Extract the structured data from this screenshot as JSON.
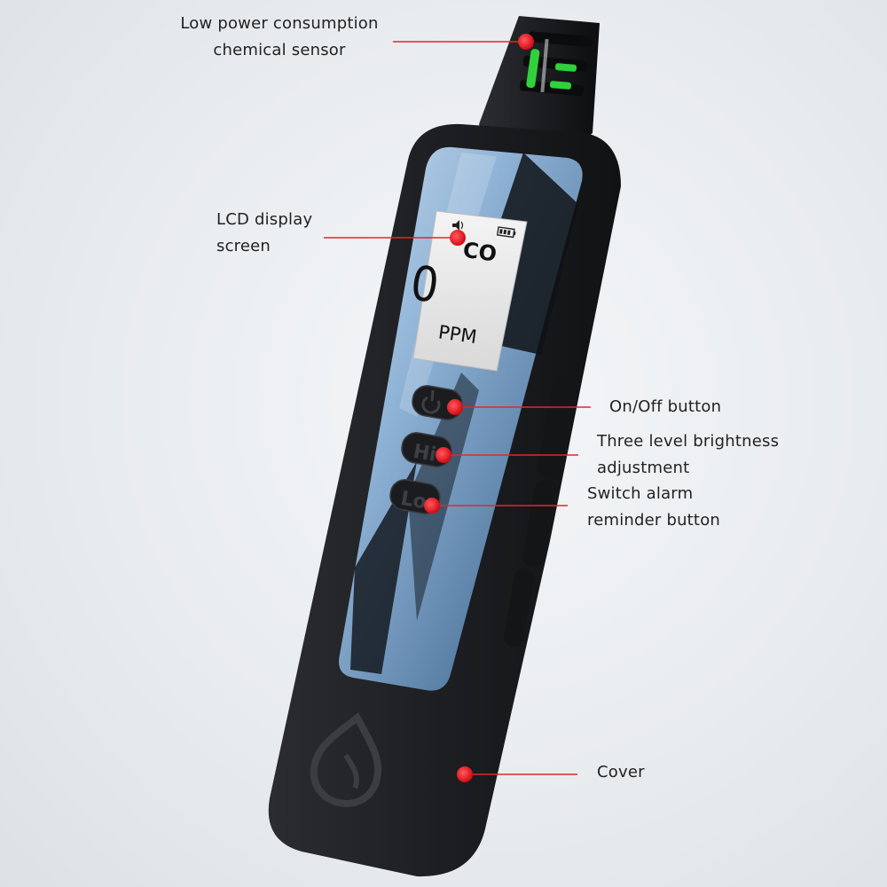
{
  "callouts": {
    "sensor": {
      "line1": "Low power consumption",
      "line2": "chemical sensor"
    },
    "lcd": {
      "line1": "LCD display",
      "line2": "screen"
    },
    "power": {
      "line1": "On/Off button"
    },
    "brightness": {
      "line1": "Three level brightness",
      "line2": "adjustment"
    },
    "alarm": {
      "line1": "Switch alarm",
      "line2": "reminder button"
    },
    "cover": {
      "line1": "Cover"
    }
  },
  "lcd": {
    "gas": "CO",
    "reading": "0",
    "unit": "PPM"
  },
  "buttons": {
    "high_label": "Hi",
    "low_label": "Lo"
  },
  "colors": {
    "callout_dot": "#e8101a",
    "callout_line": "#e0282e",
    "sensor_green": "#2fd23a",
    "body": "#1f2124",
    "glass": "#8fb3d6"
  }
}
